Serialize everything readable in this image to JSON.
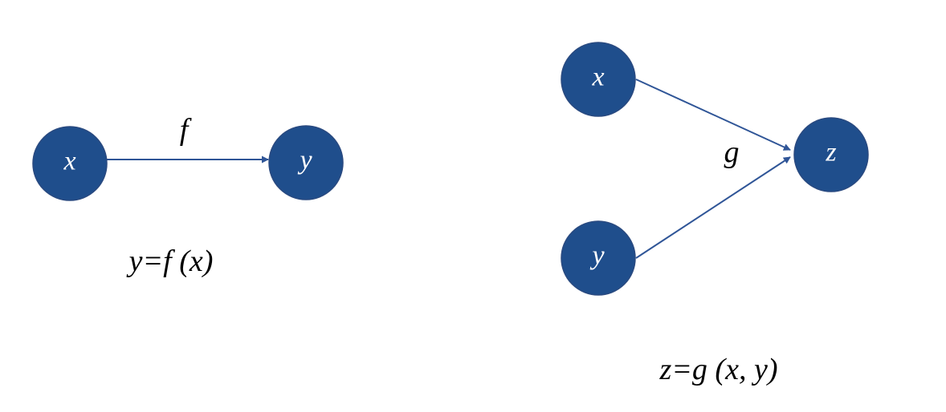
{
  "colors": {
    "node_fill": "#1f4e8c",
    "node_text": "#ffffff",
    "edge": "#2f5597",
    "text": "#000000"
  },
  "left_diagram": {
    "nodes": [
      {
        "id": "x",
        "label": "x"
      },
      {
        "id": "y",
        "label": "y"
      }
    ],
    "edges": [
      {
        "from": "x",
        "to": "y",
        "label": "f"
      }
    ],
    "formula": "y=f (x)"
  },
  "right_diagram": {
    "nodes": [
      {
        "id": "x",
        "label": "x"
      },
      {
        "id": "y",
        "label": "y"
      },
      {
        "id": "z",
        "label": "z"
      }
    ],
    "edges": [
      {
        "from": "x",
        "to": "z"
      },
      {
        "from": "y",
        "to": "z"
      }
    ],
    "function_label": "g",
    "formula": "z=g (x, y)"
  }
}
